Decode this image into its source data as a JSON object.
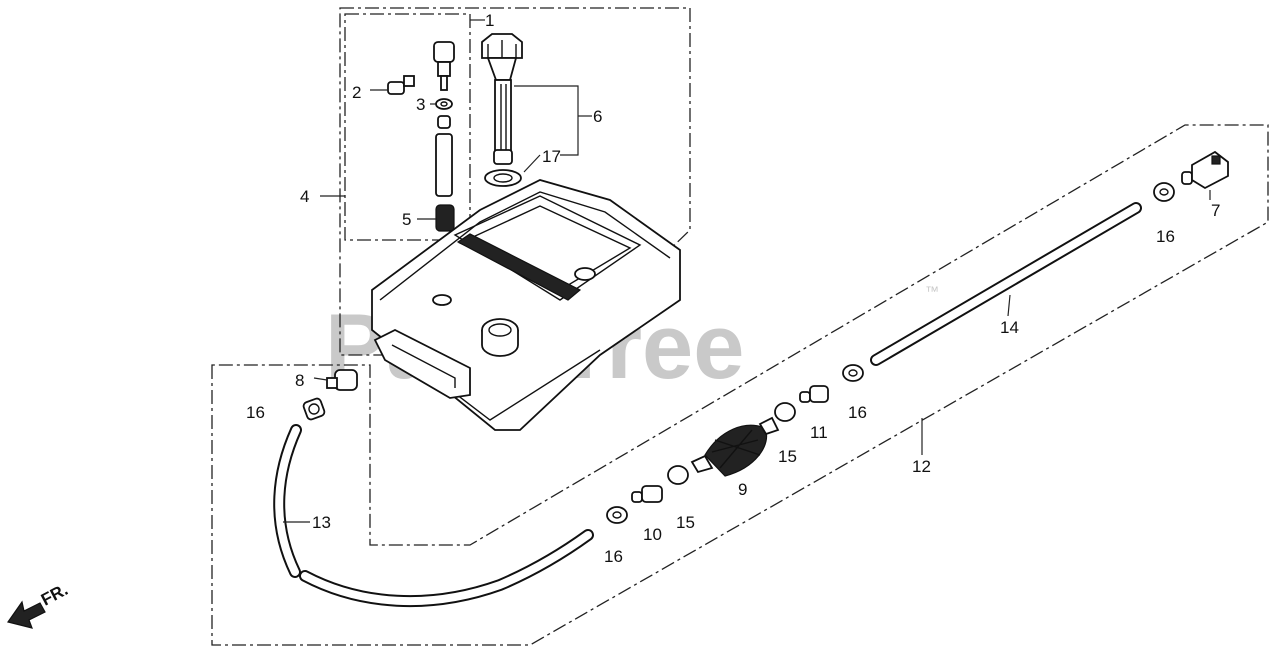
{
  "watermark": "PartsTree",
  "trademark": "™",
  "front_marker": "FR.",
  "callouts": [
    "1",
    "2",
    "3",
    "4",
    "5",
    "6",
    "7",
    "8",
    "9",
    "10",
    "11",
    "12",
    "13",
    "14",
    "15",
    "15",
    "16",
    "16",
    "16",
    "16",
    "17"
  ]
}
